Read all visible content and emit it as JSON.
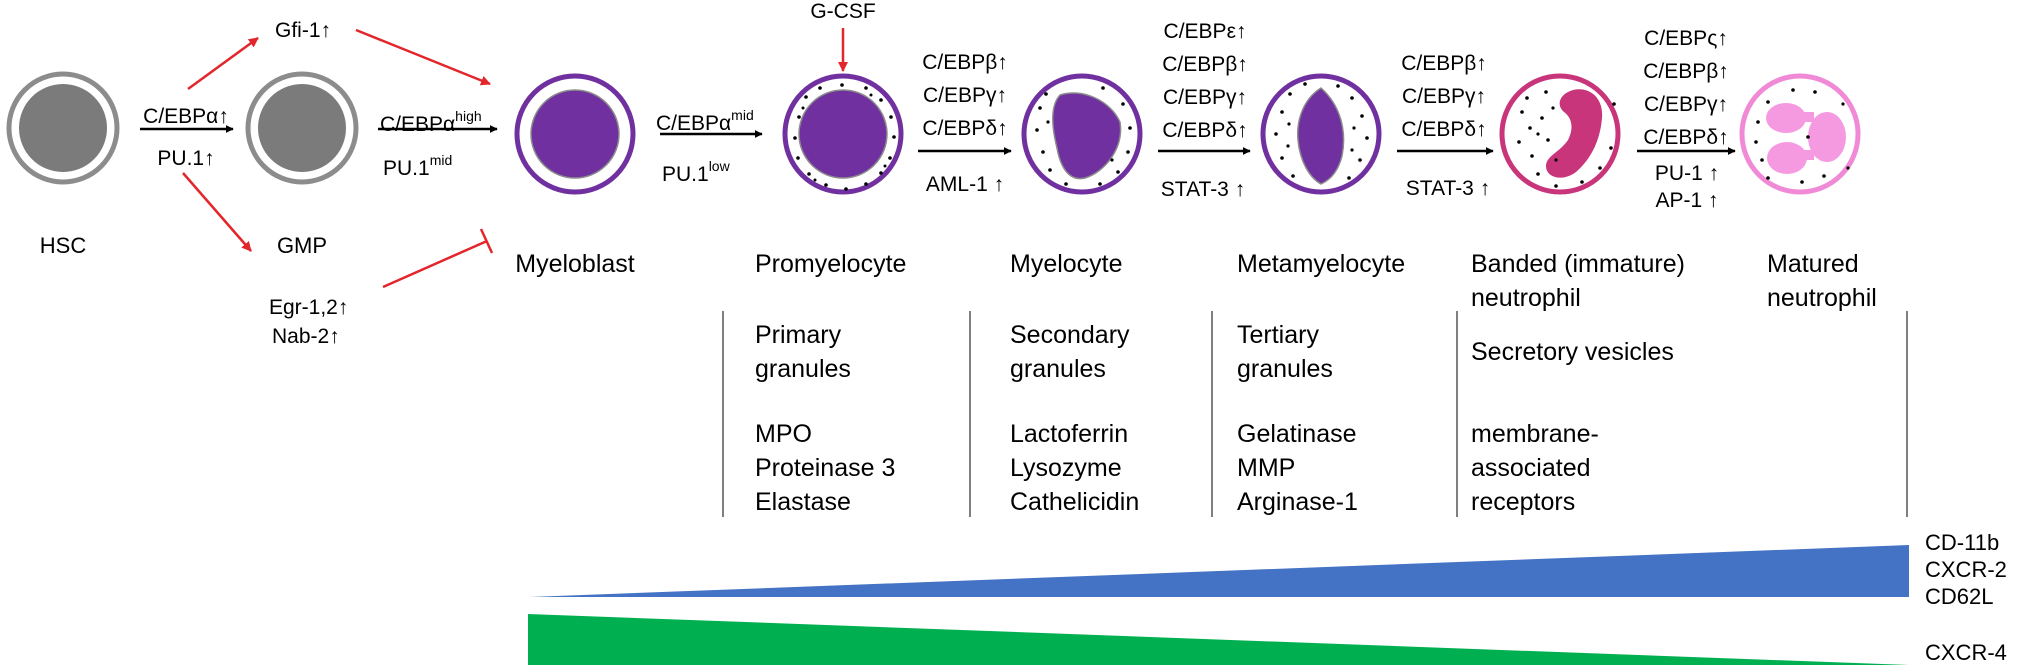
{
  "colors": {
    "stem_ring": "#8c8c8c",
    "stem_nucleus": "#7b7b7b",
    "myeloid_ring": "#7030a0",
    "myeloid_nucleus": "#7030a0",
    "banded_ring": "#c8357a",
    "banded_nucleus": "#c8357a",
    "mature_ring": "#f08ad7",
    "mature_nucleus": "#f59ae1",
    "inhibit_arrow": "#e3262b",
    "rising_wedge": "#4472c4",
    "falling_wedge": "#00b050"
  },
  "cells": {
    "hsc": "HSC",
    "gmp": "GMP",
    "myeloblast": "Myeloblast",
    "promyelocyte": "Promyelocyte",
    "myelocyte": "Myelocyte",
    "metamyelocyte": "Metamyelocyte",
    "banded_line1": "Banded (immature)",
    "banded_line2": "neutrophil",
    "matured_line1": "Matured",
    "matured_line2": "neutrophil"
  },
  "regulators": {
    "gfi1": "Gfi-1",
    "egr": "Egr-1,2",
    "nab2": "Nab-2",
    "gcsf": "G-CSF"
  },
  "transitions": {
    "hsc_gmp_top": "C/EBPα",
    "hsc_gmp_bottom": "PU.1",
    "gmp_mb_top": "C/EBPα",
    "gmp_mb_top_sup": "high",
    "gmp_mb_bottom": "PU.1",
    "gmp_mb_bottom_sup": "mid",
    "mb_pro_top": "C/EBPα",
    "mb_pro_top_sup": "mid",
    "mb_pro_bottom": "PU.1",
    "mb_pro_bottom_sup": "low",
    "pro_my": [
      "C/EBPβ",
      "C/EBPγ",
      "C/EBPδ"
    ],
    "pro_my_bottom": "AML-1 ↑",
    "my_meta": [
      "C/EBPε",
      "C/EBPβ",
      "C/EBPγ",
      "C/EBPδ"
    ],
    "my_meta_bottom": "STAT-3 ↑",
    "meta_band": [
      "C/EBPβ",
      "C/EBPγ",
      "C/EBPδ"
    ],
    "meta_band_bottom": "STAT-3 ↑",
    "band_mat": [
      "C/EBPς",
      "C/EBPβ",
      "C/EBPγ",
      "C/EBPδ"
    ],
    "band_mat_bottom1": "PU-1 ↑",
    "band_mat_bottom2": "AP-1 ↑",
    "up_arrow": "↑"
  },
  "granules": {
    "primary_1": "Primary",
    "primary_2": "granules",
    "secondary_1": "Secondary",
    "secondary_2": "granules",
    "tertiary_1": "Tertiary",
    "tertiary_2": "granules",
    "secretory": "Secretory vesicles"
  },
  "contents": {
    "primary": [
      "MPO",
      "Proteinase 3",
      "Elastase"
    ],
    "secondary": [
      "Lactoferrin",
      "Lysozyme",
      "Cathelicidin"
    ],
    "tertiary": [
      "Gelatinase",
      "MMP",
      "Arginase-1"
    ],
    "secretory": [
      "membrane-",
      "associated",
      "receptors"
    ]
  },
  "markers": {
    "rising": [
      "CD-11b",
      "CXCR-2",
      "CD62L"
    ],
    "falling": "CXCR-4"
  }
}
